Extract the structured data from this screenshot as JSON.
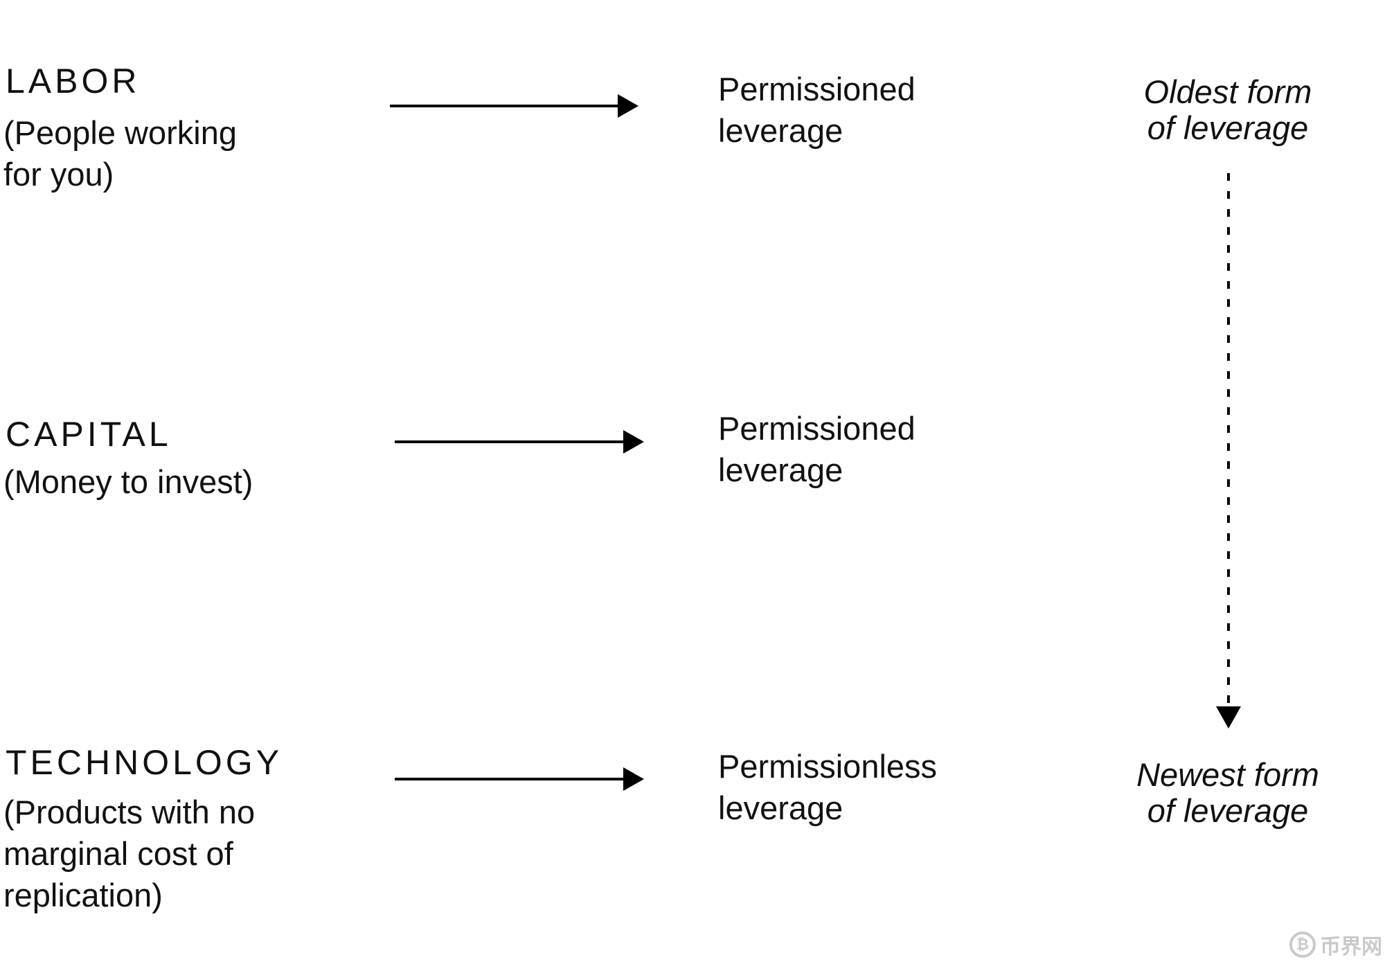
{
  "rows": [
    {
      "heading": "LABOR",
      "description": [
        "(People working",
        "for you)"
      ],
      "leverage": [
        "Permissioned",
        "leverage"
      ]
    },
    {
      "heading": "CAPITAL",
      "description": [
        "(Money to invest)"
      ],
      "leverage": [
        "Permissioned",
        "leverage"
      ]
    },
    {
      "heading": "TECHNOLOGY",
      "description": [
        "(Products with no",
        "marginal cost of",
        "replication)"
      ],
      "leverage": [
        "Permissionless",
        "leverage"
      ]
    }
  ],
  "timeline": {
    "top_label": [
      "Oldest form",
      "of leverage"
    ],
    "bottom_label": [
      "Newest form",
      "of leverage"
    ]
  },
  "watermark": {
    "text": "币界网"
  }
}
